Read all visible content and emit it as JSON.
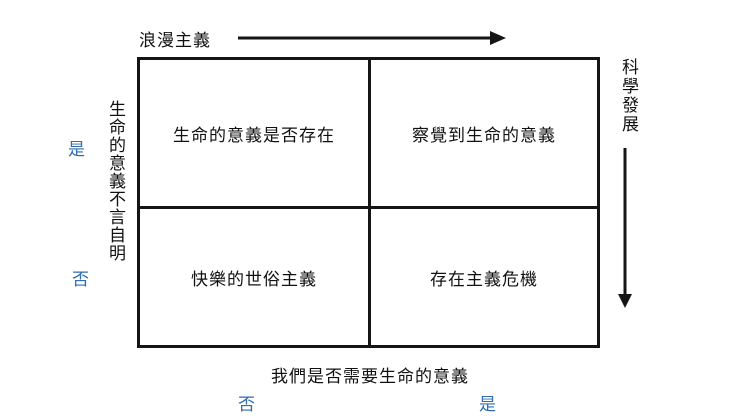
{
  "diagram": {
    "title_top_axis": "浪漫主義",
    "title_right_axis": "科學發展",
    "title_left_axis": "生命的意義不言自明",
    "title_bottom_axis": "我們是否需要生命的意義",
    "quadrants": [
      {
        "position": "top-left",
        "label": "生命的意義是否存在"
      },
      {
        "position": "top-right",
        "label": "察覺到生命的意義"
      },
      {
        "position": "bottom-left",
        "label": "快樂的世俗主義"
      },
      {
        "position": "bottom-right",
        "label": "存在主義危機"
      }
    ],
    "markers": {
      "left_high": "是",
      "left_low": "否",
      "bottom_left": "否",
      "bottom_right": "是"
    },
    "icons": {
      "top_arrow": "arrow-right-icon",
      "right_arrow": "arrow-down-icon"
    },
    "colors": {
      "marker_blue": "#2f6cb0",
      "line_black": "#151515",
      "background": "#ffffff"
    }
  }
}
